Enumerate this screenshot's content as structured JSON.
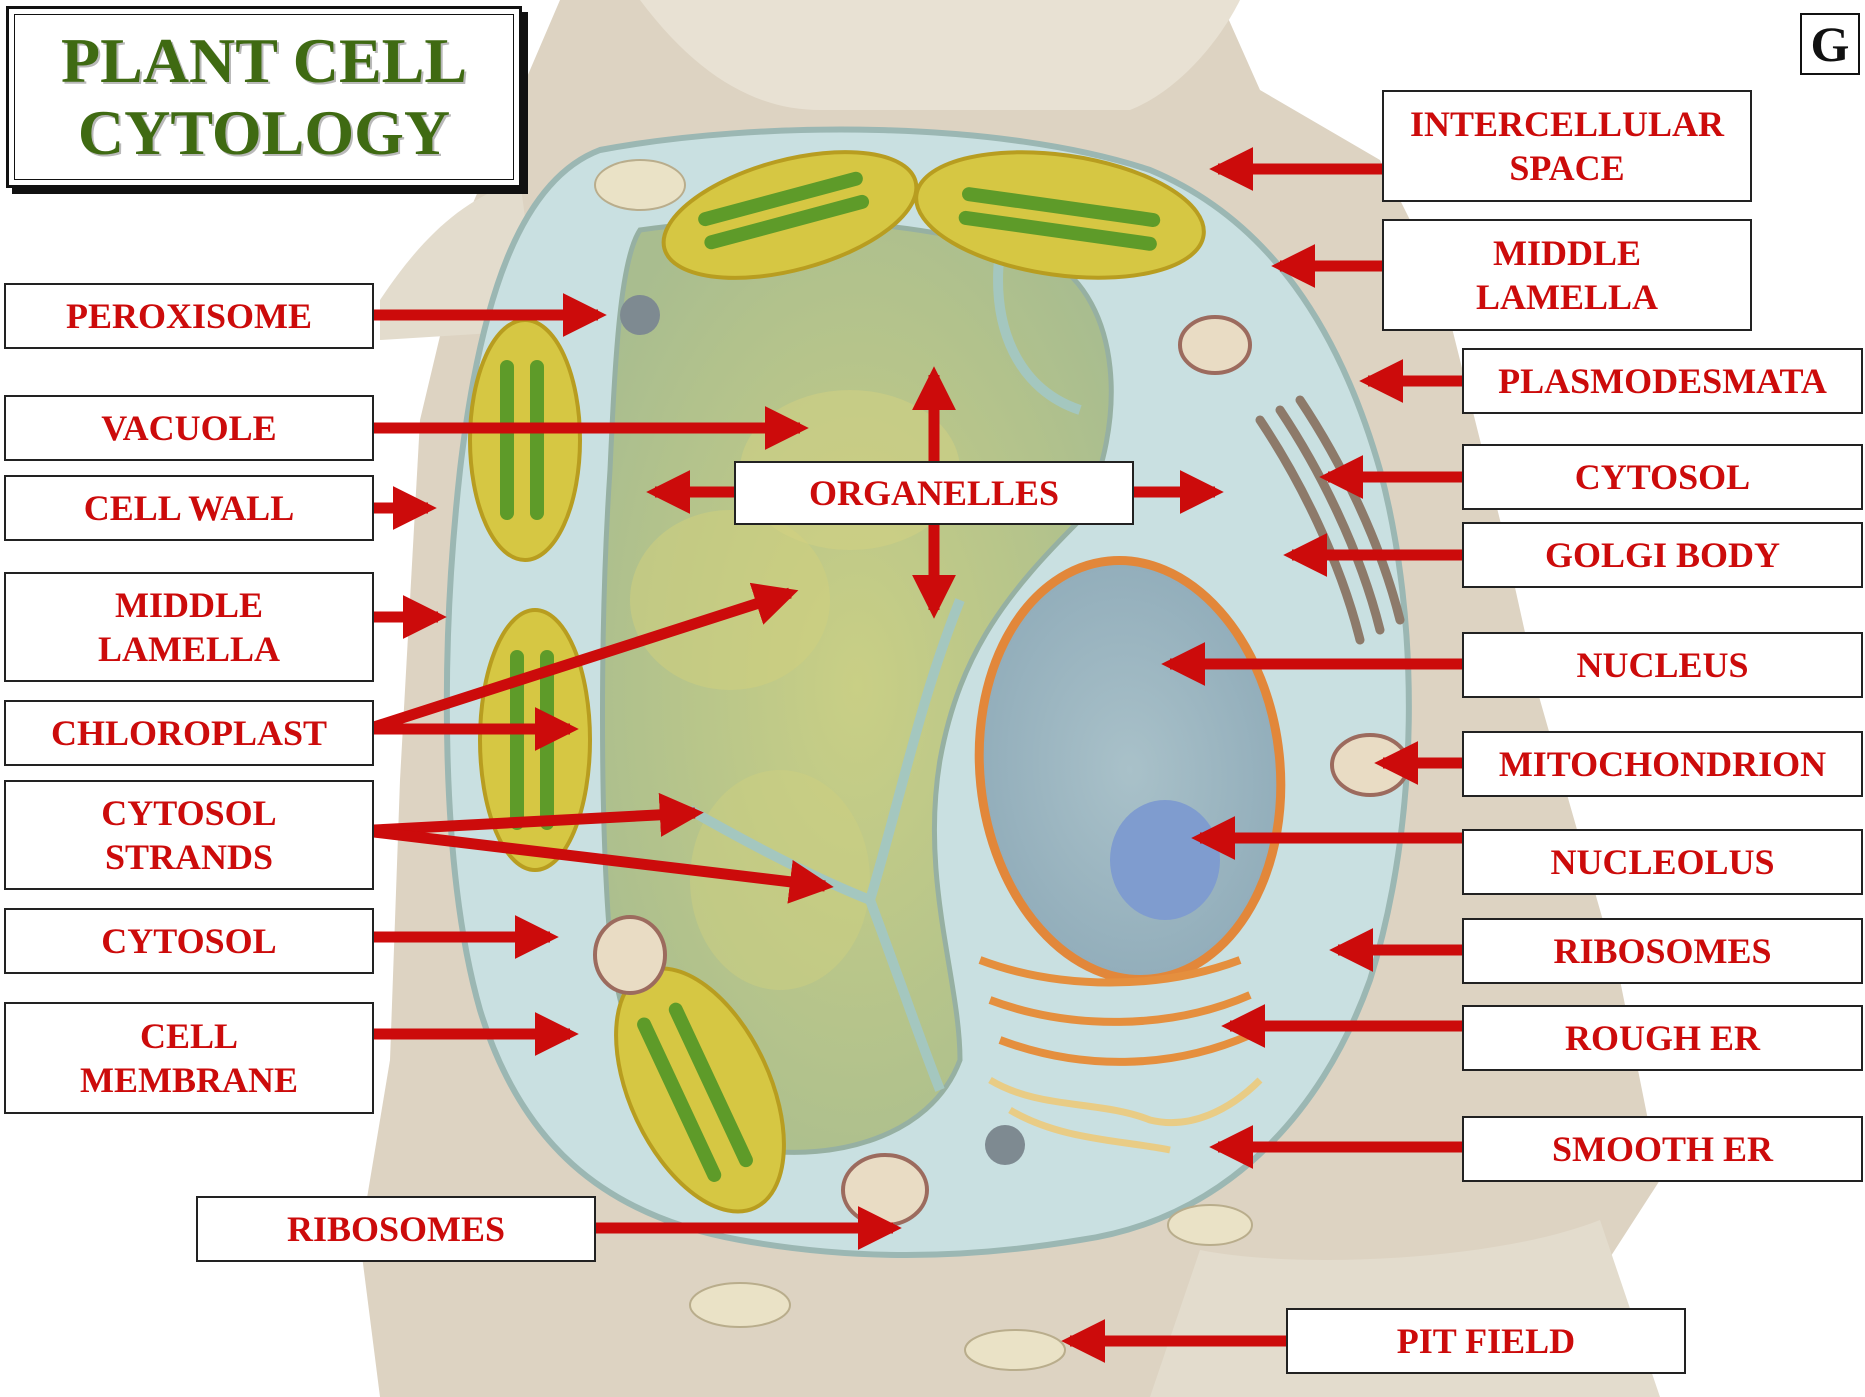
{
  "title": {
    "line1": "PLANT CELL",
    "line2": "CYTOLOGY"
  },
  "corner_letter": "G",
  "colors": {
    "label_text": "#cc0b0b",
    "arrow": "#cc0b0b",
    "title_text": "#3f6a12"
  },
  "labels": {
    "peroxisome": "PEROXISOME",
    "vacuole": "VACUOLE",
    "cell_wall": "CELL WALL",
    "middle_lamella_left": "MIDDLE\nLAMELLA",
    "chloroplast": "CHLOROPLAST",
    "cytosol_strands": "CYTOSOL\nSTRANDS",
    "cytosol_left": "CYTOSOL",
    "cell_membrane": "CELL\nMEMBRANE",
    "ribosomes_bottom": "RIBOSOMES",
    "organelles": "ORGANELLES",
    "intercellular_space": "INTERCELLULAR\nSPACE",
    "middle_lamella_right": "MIDDLE\nLAMELLA",
    "plasmodesmata": "PLASMODESMATA",
    "cytosol_right": "CYTOSOL",
    "golgi_body": "GOLGI BODY",
    "nucleus": "NUCLEUS",
    "mitochondrion": "MITOCHONDRION",
    "nucleolus": "NUCLEOLUS",
    "ribosomes_right": "RIBOSOMES",
    "rough_er": "ROUGH ER",
    "smooth_er": "SMOOTH ER",
    "pit_field": "PIT FIELD"
  }
}
